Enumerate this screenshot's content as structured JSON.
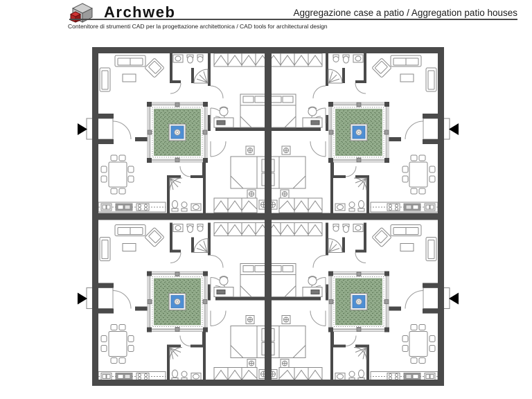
{
  "header": {
    "brand": "Archweb",
    "title": "Aggregazione case a patio  /  Aggregation patio houses",
    "subtitle": "Contenitore di strumenti CAD per la progettazione architettonica  /  CAD tools for architectural design"
  },
  "plan": {
    "type": "architectural-floor-plan",
    "units": 4,
    "layout": "2x2 mirrored patio houses, one central green patio per unit",
    "patios": 4,
    "colors": {
      "walls": "#4a4a4a",
      "furniture_outline": "#8a8a8a",
      "patio_grass": "#94ad8d",
      "patio_grass_dot": "#46603f",
      "patio_water": "#4f8fd4",
      "entrance_arrow": "#000000",
      "background": "#ffffff"
    },
    "entrances": [
      {
        "side": "left",
        "row": "top",
        "arrow_direction": "right"
      },
      {
        "side": "right",
        "row": "top",
        "arrow_direction": "left"
      },
      {
        "side": "left",
        "row": "bottom",
        "arrow_direction": "right"
      },
      {
        "side": "right",
        "row": "bottom",
        "arrow_direction": "left"
      }
    ]
  }
}
